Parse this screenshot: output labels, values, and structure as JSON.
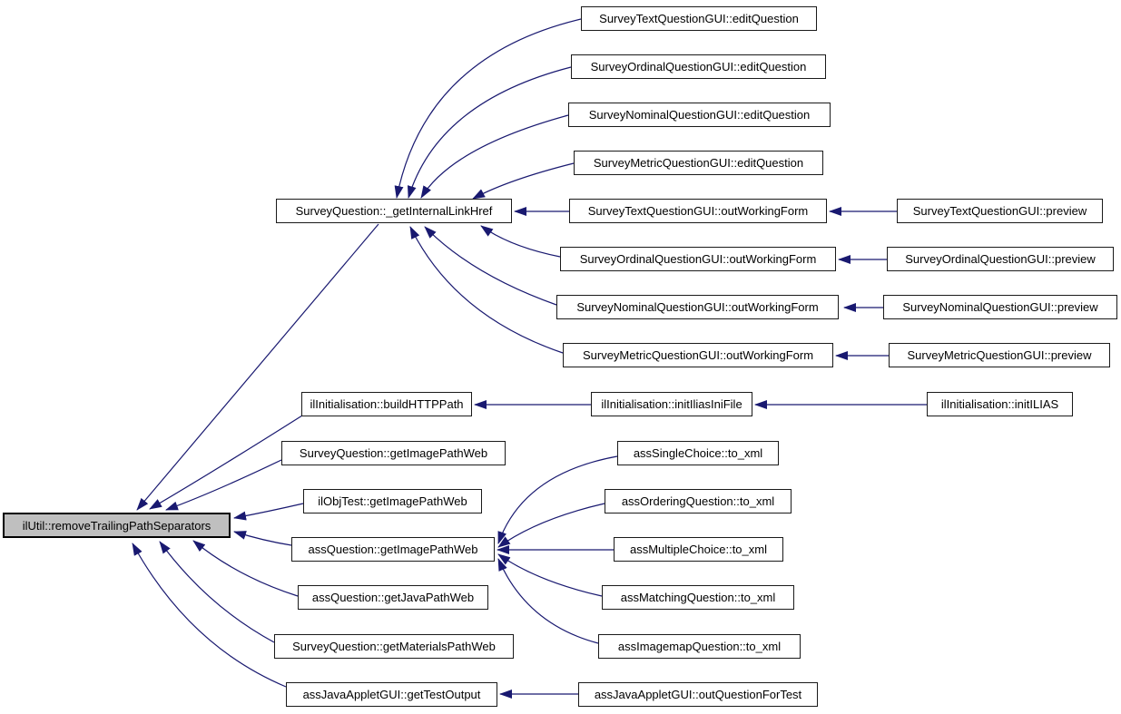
{
  "diagram": {
    "type": "call-graph",
    "background_color": "#ffffff",
    "edge_color": "#191970",
    "node_fill": "#ffffff",
    "node_border_color": "#000000",
    "highlight_fill": "#bfbfbf",
    "nodes": [
      {
        "id": "main",
        "label": "ilUtil::removeTrailingPathSeparators",
        "highlighted": true
      },
      {
        "id": "linkHref",
        "label": "SurveyQuestion::_getInternalLinkHref",
        "highlighted": false
      },
      {
        "id": "editText",
        "label": "SurveyTextQuestionGUI::editQuestion",
        "highlighted": false
      },
      {
        "id": "editOrdinal",
        "label": "SurveyOrdinalQuestionGUI::editQuestion",
        "highlighted": false
      },
      {
        "id": "editNominal",
        "label": "SurveyNominalQuestionGUI::editQuestion",
        "highlighted": false
      },
      {
        "id": "editMetric",
        "label": "SurveyMetricQuestionGUI::editQuestion",
        "highlighted": false
      },
      {
        "id": "outText",
        "label": "SurveyTextQuestionGUI::outWorkingForm",
        "highlighted": false
      },
      {
        "id": "outOrdinal",
        "label": "SurveyOrdinalQuestionGUI::outWorkingForm",
        "highlighted": false
      },
      {
        "id": "outNominal",
        "label": "SurveyNominalQuestionGUI::outWorkingForm",
        "highlighted": false
      },
      {
        "id": "outMetric",
        "label": "SurveyMetricQuestionGUI::outWorkingForm",
        "highlighted": false
      },
      {
        "id": "prevText",
        "label": "SurveyTextQuestionGUI::preview",
        "highlighted": false
      },
      {
        "id": "prevOrdinal",
        "label": "SurveyOrdinalQuestionGUI::preview",
        "highlighted": false
      },
      {
        "id": "prevNominal",
        "label": "SurveyNominalQuestionGUI::preview",
        "highlighted": false
      },
      {
        "id": "prevMetric",
        "label": "SurveyMetricQuestionGUI::preview",
        "highlighted": false
      },
      {
        "id": "buildHTTPPath",
        "label": "ilInitialisation::buildHTTPPath",
        "highlighted": false
      },
      {
        "id": "initIliasIniFile",
        "label": "ilInitialisation::initIliasIniFile",
        "highlighted": false
      },
      {
        "id": "initILIAS",
        "label": "ilInitialisation::initILIAS",
        "highlighted": false
      },
      {
        "id": "sqImagePathWeb",
        "label": "SurveyQuestion::getImagePathWeb",
        "highlighted": false
      },
      {
        "id": "objTestImagePathWeb",
        "label": "ilObjTest::getImagePathWeb",
        "highlighted": false
      },
      {
        "id": "assQImagePathWeb",
        "label": "assQuestion::getImagePathWeb",
        "highlighted": false
      },
      {
        "id": "assQJavaPathWeb",
        "label": "assQuestion::getJavaPathWeb",
        "highlighted": false
      },
      {
        "id": "sqMaterialsPathWeb",
        "label": "SurveyQuestion::getMaterialsPathWeb",
        "highlighted": false
      },
      {
        "id": "getTestOutput",
        "label": "assJavaAppletGUI::getTestOutput",
        "highlighted": false
      },
      {
        "id": "xmlSingle",
        "label": "assSingleChoice::to_xml",
        "highlighted": false
      },
      {
        "id": "xmlOrdering",
        "label": "assOrderingQuestion::to_xml",
        "highlighted": false
      },
      {
        "id": "xmlMultiple",
        "label": "assMultipleChoice::to_xml",
        "highlighted": false
      },
      {
        "id": "xmlMatching",
        "label": "assMatchingQuestion::to_xml",
        "highlighted": false
      },
      {
        "id": "xmlImagemap",
        "label": "assImagemapQuestion::to_xml",
        "highlighted": false
      },
      {
        "id": "outQuestionForTest",
        "label": "assJavaAppletGUI::outQuestionForTest",
        "highlighted": false
      }
    ],
    "edges": [
      {
        "from": "linkHref",
        "to": "main"
      },
      {
        "from": "buildHTTPPath",
        "to": "main"
      },
      {
        "from": "sqImagePathWeb",
        "to": "main"
      },
      {
        "from": "objTestImagePathWeb",
        "to": "main"
      },
      {
        "from": "assQImagePathWeb",
        "to": "main"
      },
      {
        "from": "assQJavaPathWeb",
        "to": "main"
      },
      {
        "from": "sqMaterialsPathWeb",
        "to": "main"
      },
      {
        "from": "getTestOutput",
        "to": "main"
      },
      {
        "from": "editText",
        "to": "linkHref"
      },
      {
        "from": "editOrdinal",
        "to": "linkHref"
      },
      {
        "from": "editNominal",
        "to": "linkHref"
      },
      {
        "from": "editMetric",
        "to": "linkHref"
      },
      {
        "from": "outText",
        "to": "linkHref"
      },
      {
        "from": "outOrdinal",
        "to": "linkHref"
      },
      {
        "from": "outNominal",
        "to": "linkHref"
      },
      {
        "from": "outMetric",
        "to": "linkHref"
      },
      {
        "from": "prevText",
        "to": "outText"
      },
      {
        "from": "prevOrdinal",
        "to": "outOrdinal"
      },
      {
        "from": "prevNominal",
        "to": "outNominal"
      },
      {
        "from": "prevMetric",
        "to": "outMetric"
      },
      {
        "from": "initIliasIniFile",
        "to": "buildHTTPPath"
      },
      {
        "from": "initILIAS",
        "to": "initIliasIniFile"
      },
      {
        "from": "xmlSingle",
        "to": "assQImagePathWeb"
      },
      {
        "from": "xmlOrdering",
        "to": "assQImagePathWeb"
      },
      {
        "from": "xmlMultiple",
        "to": "assQImagePathWeb"
      },
      {
        "from": "xmlMatching",
        "to": "assQImagePathWeb"
      },
      {
        "from": "xmlImagemap",
        "to": "assQImagePathWeb"
      },
      {
        "from": "outQuestionForTest",
        "to": "getTestOutput"
      }
    ]
  }
}
